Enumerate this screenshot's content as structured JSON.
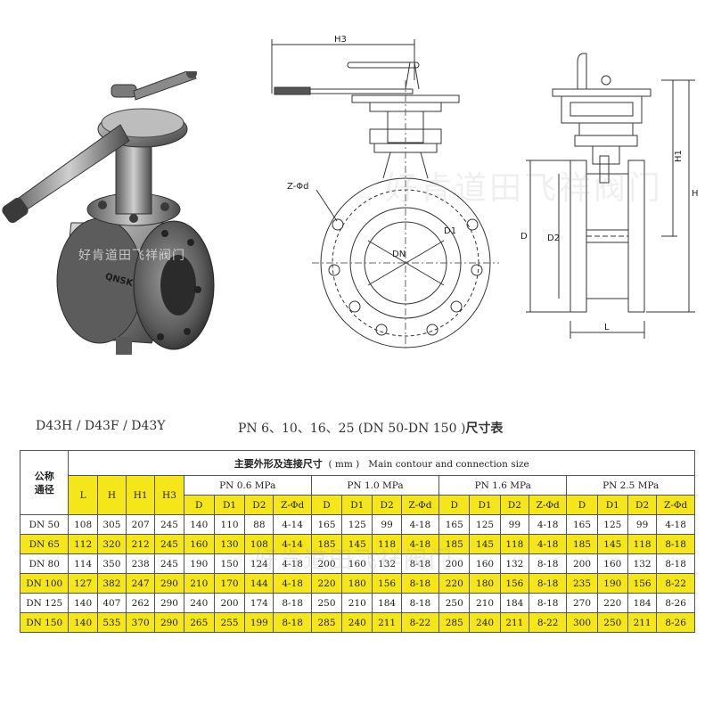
{
  "watermark": "好肯道田飞祥阀门",
  "drawing": {
    "labels": {
      "H3": "H3",
      "Z_phi_d": "Z-Φd",
      "DN": "DN",
      "D1": "D1",
      "D": "D",
      "D2": "D2",
      "L": "L",
      "H1": "H1",
      "H": "H"
    },
    "body_mark": "QNSK"
  },
  "title": {
    "models": "D43H / D43F / D43Y",
    "pressure": "PN 6、10、16、25 (DN 50-DN 150 )",
    "suffix": "尺寸表"
  },
  "table": {
    "nominal_line1": "公称",
    "nominal_line2": "通径",
    "main_header_cn": "主要外形及连接尺寸",
    "main_header_unit": "( mm )",
    "main_header_en": "Main contour and connection size",
    "dim_headers": [
      "L",
      "H",
      "H1",
      "H3"
    ],
    "groups": [
      "PN 0.6 MPa",
      "PN 1.0 MPa",
      "PN 1.6 MPa",
      "PN 2.5 MPa"
    ],
    "sub_headers": [
      "D",
      "D1",
      "D2",
      "Z-Φd"
    ],
    "rows": [
      {
        "dn": "DN 50",
        "highlight": false,
        "cells": [
          "108",
          "305",
          "207",
          "245",
          "140",
          "110",
          "88",
          "4-14",
          "165",
          "125",
          "99",
          "4-18",
          "165",
          "125",
          "99",
          "4-18",
          "165",
          "125",
          "99",
          "4-18"
        ]
      },
      {
        "dn": "DN 65",
        "highlight": true,
        "cells": [
          "112",
          "320",
          "212",
          "245",
          "160",
          "130",
          "108",
          "4-14",
          "185",
          "145",
          "118",
          "4-18",
          "185",
          "145",
          "118",
          "4-18",
          "185",
          "145",
          "118",
          "8-18"
        ]
      },
      {
        "dn": "DN 80",
        "highlight": false,
        "cells": [
          "114",
          "350",
          "238",
          "245",
          "190",
          "150",
          "124",
          "4-18",
          "200",
          "160",
          "132",
          "8-18",
          "200",
          "160",
          "132",
          "8-18",
          "200",
          "160",
          "132",
          "8-18"
        ]
      },
      {
        "dn": "DN 100",
        "highlight": true,
        "cells": [
          "127",
          "382",
          "247",
          "290",
          "210",
          "170",
          "144",
          "4-18",
          "220",
          "180",
          "156",
          "8-18",
          "220",
          "180",
          "156",
          "8-18",
          "235",
          "190",
          "156",
          "8-22"
        ]
      },
      {
        "dn": "DN 125",
        "highlight": false,
        "cells": [
          "140",
          "407",
          "262",
          "290",
          "240",
          "200",
          "174",
          "8-18",
          "250",
          "210",
          "184",
          "8-18",
          "250",
          "210",
          "184",
          "8-18",
          "270",
          "220",
          "184",
          "8-26"
        ]
      },
      {
        "dn": "DN 150",
        "highlight": true,
        "cells": [
          "140",
          "535",
          "370",
          "290",
          "265",
          "255",
          "199",
          "8-18",
          "285",
          "240",
          "211",
          "8-22",
          "285",
          "240",
          "211",
          "8-22",
          "300",
          "250",
          "211",
          "8-26"
        ]
      }
    ]
  }
}
